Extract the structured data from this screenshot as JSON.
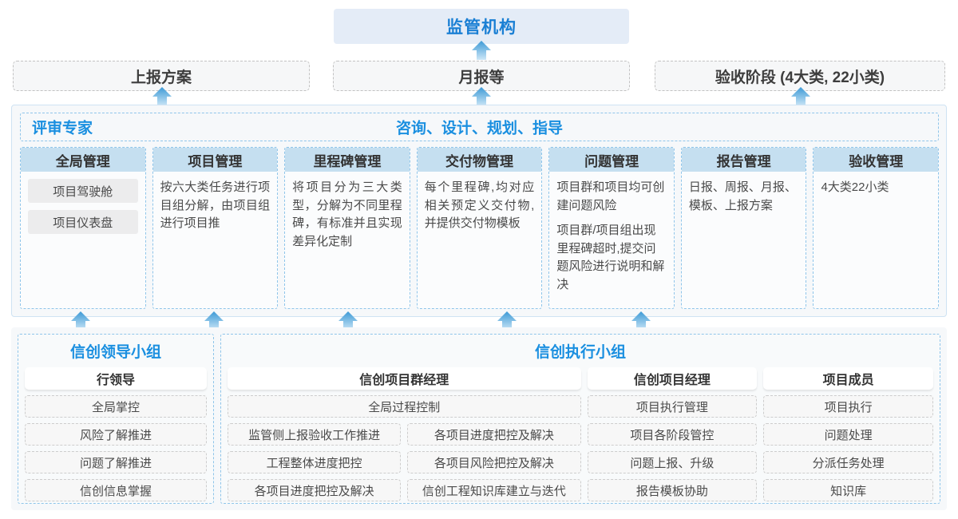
{
  "top": {
    "regulator": "监管机构",
    "reports": [
      {
        "label": "上报方案"
      },
      {
        "label": "月报等"
      },
      {
        "label": "验收阶段 (4大类, 22小类)"
      }
    ]
  },
  "mid": {
    "left_title": "评审专家",
    "center_title": "咨询、设计、规划、指导",
    "modules": [
      {
        "title": "全局管理",
        "chips": [
          "项目驾驶舱",
          "项目仪表盘"
        ],
        "paragraphs": []
      },
      {
        "title": "项目管理",
        "chips": [],
        "paragraphs": [
          "按六大类任务进行项目组分解，由项目组进行项目推"
        ]
      },
      {
        "title": "里程碑管理",
        "chips": [],
        "paragraphs": [
          "将项目分为三大类型，分解为不同里程碑，有标准并且实现差异化定制"
        ]
      },
      {
        "title": "交付物管理",
        "chips": [],
        "paragraphs": [
          "每个里程碑,均对应相关预定义交付物,并提供交付物模板"
        ]
      },
      {
        "title": "问题管理",
        "chips": [],
        "paragraphs": [
          "项目群和项目均可创建问题风险",
          "项目群/项目组出现里程碑超时,提交问题风险进行说明和解决"
        ]
      },
      {
        "title": "报告管理",
        "chips": [],
        "paragraphs": [
          "日报、周报、月报、模板、上报方案"
        ]
      },
      {
        "title": "验收管理",
        "chips": [],
        "paragraphs": [
          "4大类22小类"
        ]
      }
    ]
  },
  "bottom": {
    "leader_group": {
      "title": "信创领导小组",
      "role": "行领导",
      "items": [
        "全局掌控",
        "风险了解推进",
        "问题了解推进",
        "信创信息掌握"
      ]
    },
    "exec_group": {
      "title": "信创执行小组",
      "program_manager": {
        "role": "信创项目群经理",
        "full_item": "全局过程控制",
        "left_items": [
          "监管侧上报验收工作推进",
          "工程整体进度把控",
          "各项目进度把控及解决"
        ],
        "right_items": [
          "各项目进度把控及解决",
          "各项目风险把控及解决",
          "信创工程知识库建立与迭代"
        ]
      },
      "project_manager": {
        "role": "信创项目经理",
        "items": [
          "项目执行管理",
          "项目各阶段管控",
          "问题上报、升级",
          "报告模板协助"
        ]
      },
      "member": {
        "role": "项目成员",
        "items": [
          "项目执行",
          "问题处理",
          "分派任务处理",
          "知识库"
        ]
      }
    }
  },
  "colors": {
    "accent_blue": "#1a8fe0",
    "regulator_bg": "#e4ecf7",
    "module_head_bg": "#c5dff0",
    "band_bg": "#f6f8fa",
    "arrow": "#4aa8e0"
  }
}
